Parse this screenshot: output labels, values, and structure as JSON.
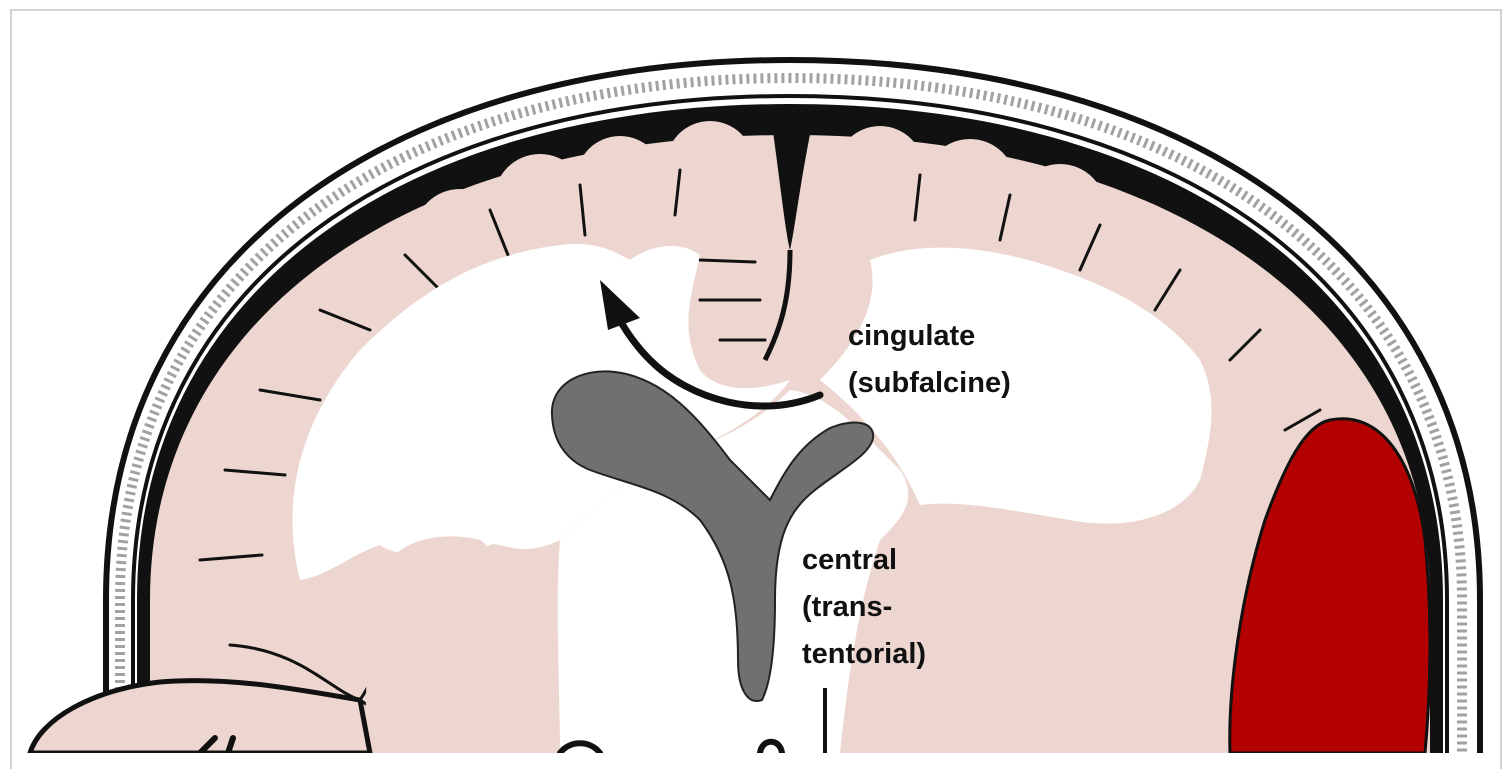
{
  "labels": {
    "cingulate_line1": "cingulate",
    "cingulate_line2": "(subfalcine)",
    "central_line1": "central",
    "central_line2": "(trans-",
    "central_line3": "tentorial)"
  },
  "colors": {
    "brain_tissue": "#ecd6cf",
    "white_matter": "#ffffff",
    "meninges": "#111111",
    "ventricle": "#707070",
    "hematoma": "#b30000",
    "skull_outline": "#111111"
  }
}
